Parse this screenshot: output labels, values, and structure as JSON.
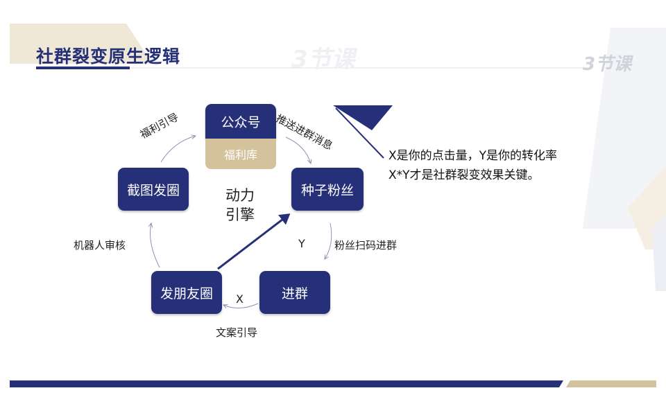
{
  "title": "社群裂变原生逻辑",
  "logo_text": "3节课",
  "watermark_text": "3节课",
  "colors": {
    "navy": "#253079",
    "gold": "#d3c29b",
    "cream": "#efe8d6",
    "text": "#222222"
  },
  "nodes": {
    "gongzhonghao": "公众号",
    "fulik": "福利库",
    "zhongzi": "种子粉丝",
    "jinqun": "进群",
    "faPengyouquan": "发朋友圈",
    "jietu": "截图发圈"
  },
  "edges": {
    "fuli_yindao": "福利引导",
    "tuisong": "推送进群消息",
    "fensi_saoma": "粉丝扫码进群",
    "y": "Y",
    "x": "X",
    "wenan_yindao": "文案引导",
    "jiqiren": "机器人审核"
  },
  "center": {
    "line1": "动力",
    "line2": "引擎"
  },
  "notes": {
    "line1": "X是你的点击量，Y是你的转化率",
    "line2": "X*Y才是社群裂变效果关键。"
  }
}
